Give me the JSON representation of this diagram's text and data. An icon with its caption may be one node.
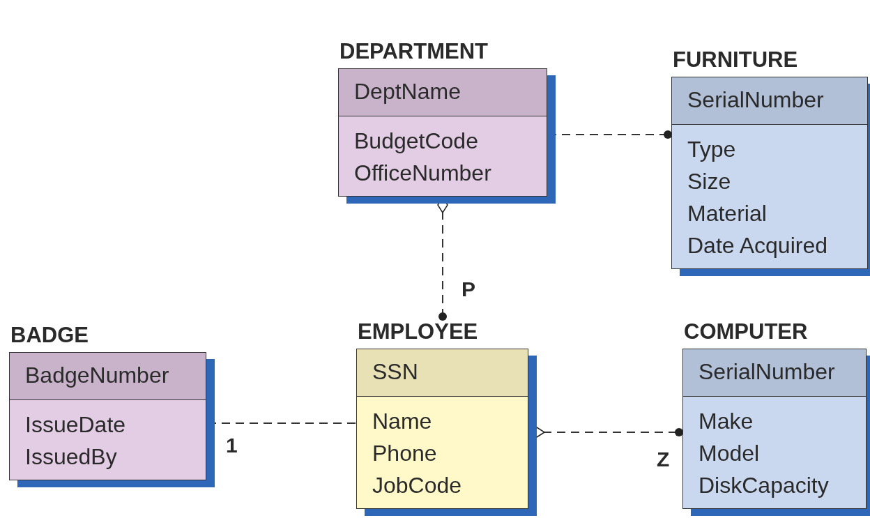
{
  "diagram": {
    "nodes": [
      {
        "text": [
          "DEPARTMENT",
          "DeptName",
          "BudgetCode",
          "OfficeNumber"
        ]
      },
      {
        "text": [
          "FURNITURE",
          "SerialNumber",
          "Type",
          "Size",
          "Material",
          "Date Acquired"
        ]
      },
      {
        "text": [
          "BADGE",
          "BadgeNumber",
          "IssueDate",
          "IssuedBy"
        ]
      },
      {
        "text": [
          "EMPLOYEE",
          "SSN",
          "Name",
          "Phone",
          "JobCode"
        ]
      },
      {
        "text": [
          "COMPUTER",
          "SerialNumber",
          "Make",
          "Model",
          "DiskCapacity"
        ]
      }
    ],
    "edges": [
      {
        "from": 0,
        "to": 1,
        "arrow": "other",
        "style": "dashed"
      },
      {
        "from": 0,
        "to": 3,
        "arrow": "other",
        "style": "dashed",
        "label": "P"
      },
      {
        "from": 3,
        "to": 2,
        "arrow": "other",
        "style": "dashed",
        "label": "1"
      },
      {
        "from": 3,
        "to": 4,
        "arrow": "other",
        "style": "dashed",
        "label": "Z"
      }
    ]
  }
}
